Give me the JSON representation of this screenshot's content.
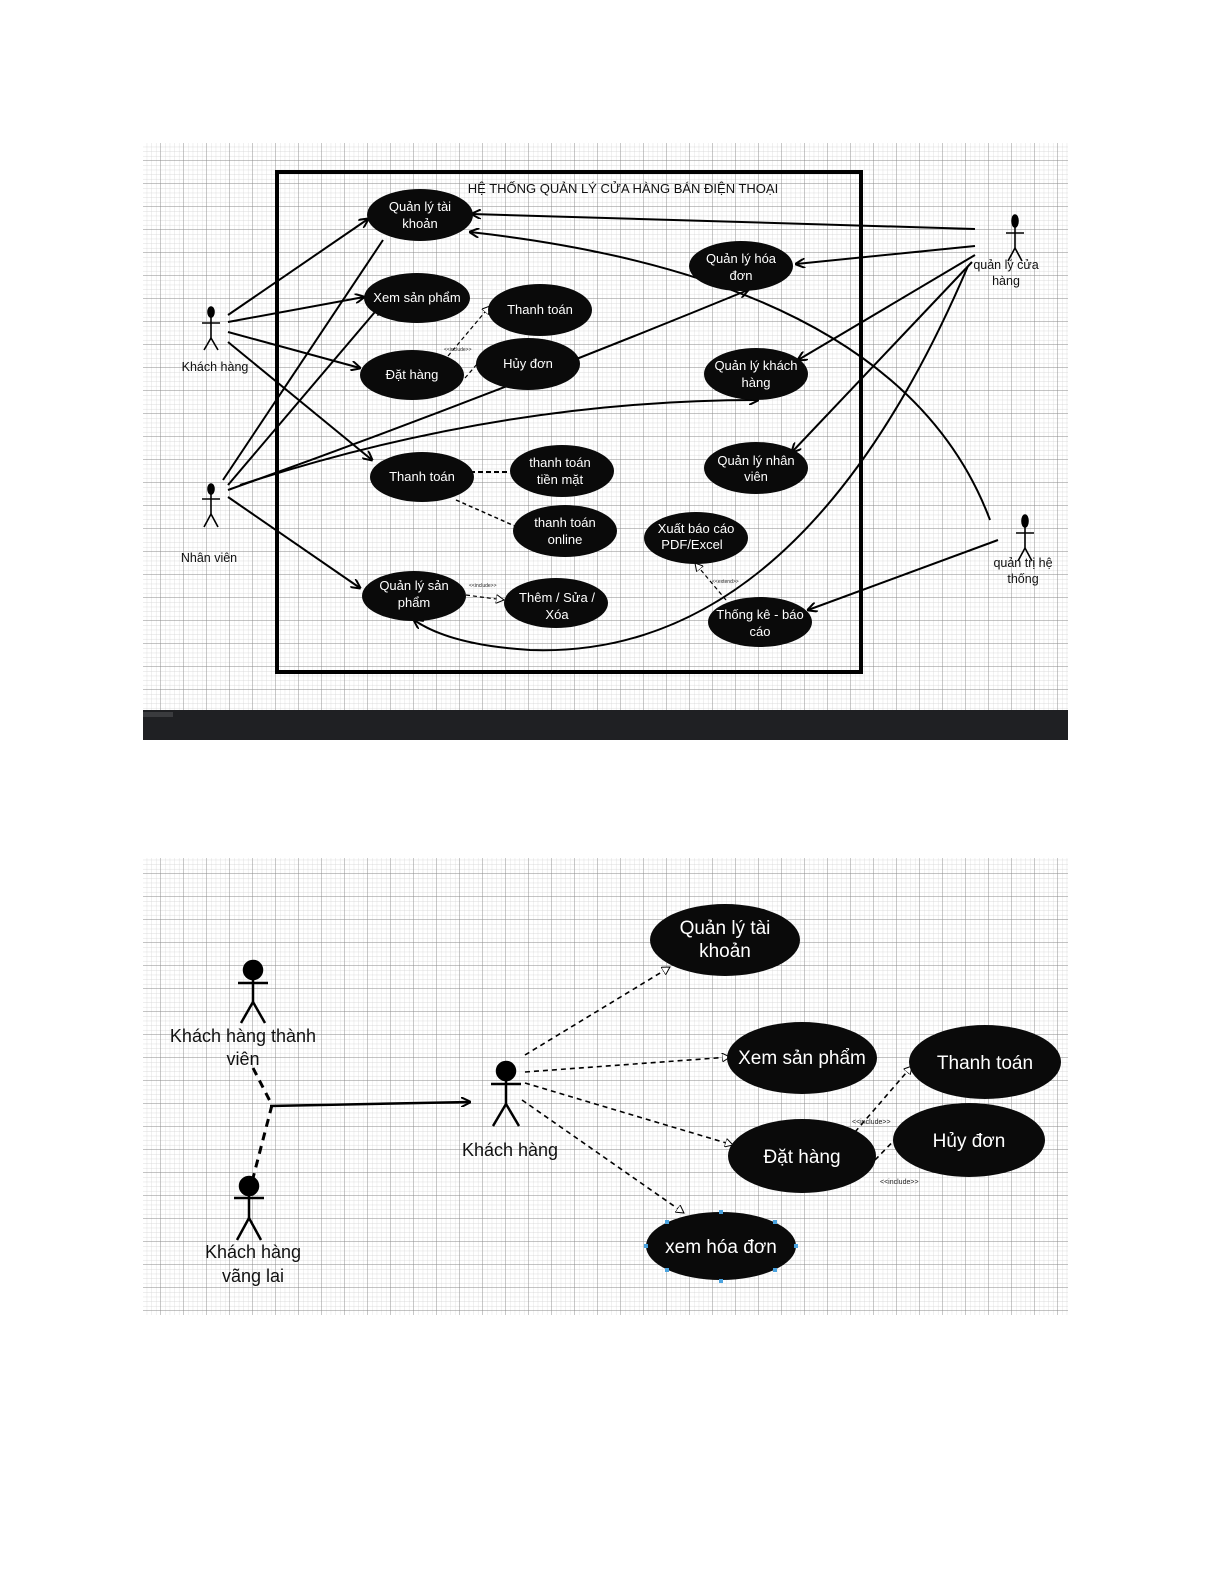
{
  "diagram1": {
    "title": "HỆ THỐNG QUẢN LÝ CỬA HÀNG BÁN ĐIỆN THOẠI",
    "actors": {
      "customer": "Khách hàng",
      "staff": "Nhân viên",
      "manager": [
        "quản lý cửa",
        "hàng"
      ],
      "admin": [
        "quản trị hệ",
        "thống"
      ]
    },
    "use_cases": {
      "account": [
        "Quản lý tài",
        "khoản"
      ],
      "view_products": [
        "Xem sản phẩm"
      ],
      "payment_top": [
        "Thanh toán"
      ],
      "order": [
        "Đặt hàng"
      ],
      "cancel": [
        "Hủy đơn"
      ],
      "invoices": [
        "Quản lý hóa",
        "đơn"
      ],
      "customers": [
        "Quản lý khách",
        "hàng"
      ],
      "payment": [
        "Thanh toán"
      ],
      "cash": [
        "thanh toán",
        "tiền mặt"
      ],
      "online": [
        "thanh toán",
        "online"
      ],
      "employees": [
        "Quản lý nhân",
        "viên"
      ],
      "export": [
        "Xuất báo cáo",
        "PDF/Excel"
      ],
      "products": [
        "Quản lý sản",
        "phẩm"
      ],
      "crud": [
        "Thêm / Sửa /",
        "Xóa"
      ],
      "reports": [
        "Thống kê - báo",
        "cáo"
      ]
    },
    "stereotypes": {
      "include": "<<include>>",
      "extend": "<<extend>>"
    }
  },
  "diagram2": {
    "actors": {
      "member": [
        "Khách hàng thành",
        "viên"
      ],
      "guest": [
        "Khách hàng",
        "vãng lai"
      ],
      "customer": "Khách hàng"
    },
    "use_cases": {
      "account": [
        "Quản lý tài",
        "khoản"
      ],
      "view_products": "Xem sản phẩm",
      "payment": "Thanh toán",
      "cancel": "Hủy đơn",
      "order": "Đặt hàng",
      "invoices": "xem hóa đơn"
    },
    "stereotypes": {
      "include": "<<include>>"
    }
  }
}
